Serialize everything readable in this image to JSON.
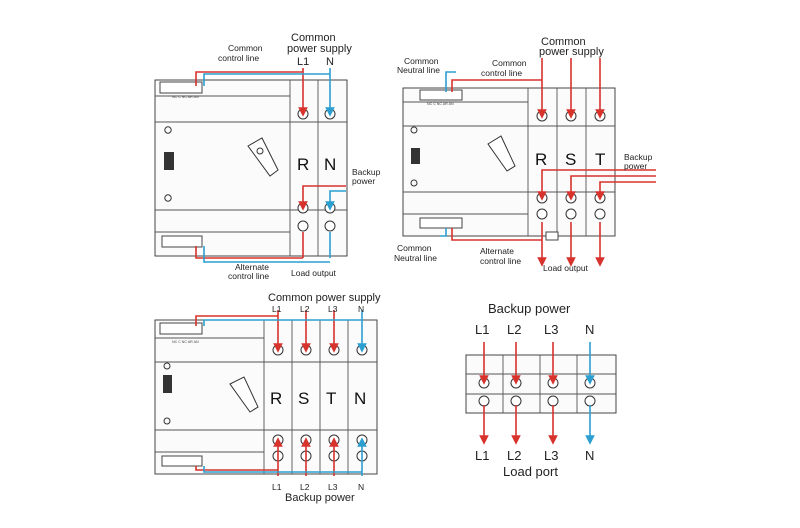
{
  "panel1": {
    "common_control_line": [
      "Common",
      "control line"
    ],
    "common_power_supply": [
      "Common",
      "power supply"
    ],
    "phases_top": [
      "L1",
      "N"
    ],
    "pole_letters": [
      "R",
      "N"
    ],
    "backup_power": [
      "Backup",
      "power"
    ],
    "alternate_control_line": [
      "Alternate",
      "control line"
    ],
    "load_output": "Load output",
    "terminal_strip": "NC C NC AR AN"
  },
  "panel2": {
    "common_neutral_line_top": [
      "Common",
      "Neutral line"
    ],
    "common_control_line": [
      "Common",
      "control line"
    ],
    "common_power_supply": [
      "Common",
      "power supply"
    ],
    "pole_letters": [
      "R",
      "S",
      "T"
    ],
    "backup_power": [
      "Backup",
      "power"
    ],
    "common_neutral_line_bottom": [
      "Common",
      "Neutral line"
    ],
    "alternate_control_line": [
      "Alternate",
      "control line"
    ],
    "load_output": "Load output",
    "terminal_strip": "NC C NC AR AN"
  },
  "panel3": {
    "common_power_supply": "Common  power supply",
    "phases_top": [
      "L1",
      "L2",
      "L3",
      "N"
    ],
    "pole_letters": [
      "R",
      "S",
      "T",
      "N"
    ],
    "phases_bottom": [
      "L1",
      "L2",
      "L3",
      "N"
    ],
    "backup_power": "Backup power",
    "terminal_strip": "NC C NC AR AN"
  },
  "panel4": {
    "backup_power": "Backup power",
    "phases_top": [
      "L1",
      "L2",
      "L3",
      "N"
    ],
    "phases_bottom": [
      "L1",
      "L2",
      "L3",
      "N"
    ],
    "load_port": "Load port"
  },
  "colors": {
    "phase": "#d8322c",
    "neutral": "#2a9fd0",
    "outline": "#444444"
  }
}
